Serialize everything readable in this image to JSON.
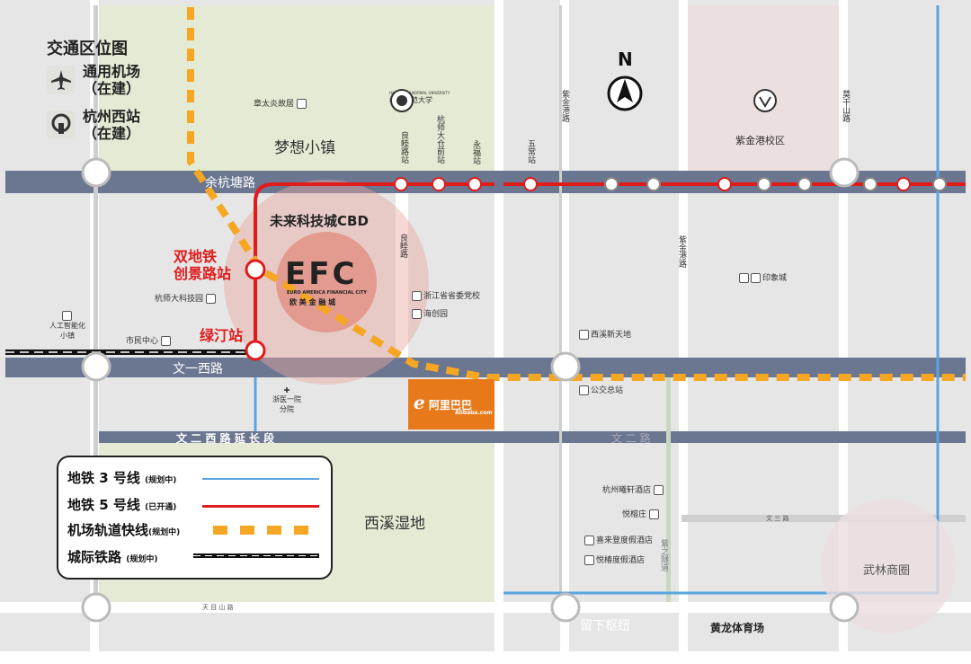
{
  "legend_title": "交通区位图",
  "top_legend": {
    "airport_line1": "通用机场",
    "airport_line2": "（在建）",
    "station_line1": "杭州西站",
    "station_line2": "（在建）"
  },
  "roads": {
    "yuhangtang": "余杭塘路",
    "wenyi_west": "文一西路",
    "wener_west_ext": "文 二 西 路 延 长 段",
    "wener": "文 二 路",
    "wensan": "文 三 路",
    "tianmushan": "天 目 山 路",
    "zijingang": "紫金港路",
    "zizhijing": "紫之隧道",
    "wuchang": "五常站",
    "jiangganshan": "莫干山路",
    "zijingang_road": "紫金港路"
  },
  "areas": {
    "dream_town": "梦想小镇",
    "cbd": "未来科技城CBD",
    "xixi": "西溪湿地",
    "zju": "紫金港校区",
    "wulin": "武林商圈",
    "liuxia": "留下枢纽",
    "huanglong": "黄龙体育场"
  },
  "efc": {
    "logo": "EFC",
    "sub": "EURO AMERICA FINANCIAL CITY",
    "cn": "欧 美 金 融 城"
  },
  "stations": {
    "chuangjing_line1": "双地铁",
    "chuangjing_line2": "创景路站",
    "lvting": "绿汀站",
    "liangmu": "良睦路站",
    "hangshida": "杭师大仓前站",
    "yongfu": "永福站",
    "wuchang": "五常站",
    "liangzhu": "良睦路"
  },
  "pois": {
    "zhangtaiyan": "章太炎故居",
    "hznu": "杭州师范大学",
    "hznu_en": "HANGZHOU NORMAL UNIVERSITY",
    "hangshi_tech": "杭师大科技园",
    "ai_town_1": "人工智能化",
    "ai_town_2": "小镇",
    "citizen": "市民中心",
    "zj_party": "浙江省省委党校",
    "haichuang": "海创园",
    "hospital_1": "浙医一院",
    "hospital_2": "分院",
    "xixi_xintiandi": "西溪新天地",
    "bus_terminal": "公交总站",
    "yinxiang": "印象城",
    "xuanxuan": "杭州曦轩酒店",
    "yueyuan": "悦榕庄",
    "xilai": "喜来登度假酒店",
    "yuebin": "悦椿度假酒店",
    "alibaba": "阿里巴巴",
    "alibaba_en": "Alibaba.com",
    "north": "N"
  },
  "legend": {
    "line3": "地铁 3 号线",
    "line3_note": "(规划中)",
    "line5": "地铁 5 号线",
    "line5_note": "(已开通)",
    "airport_rail": "机场轨道快线",
    "airport_rail_note": "(规划中)",
    "intercity": "城际铁路",
    "intercity_note": "(规划中)"
  },
  "colors": {
    "road": "#6b7690",
    "line5": "#e01b1b",
    "line3": "#5aa5e0",
    "airport": "#f5a623",
    "green_area": "#e4ead3",
    "pink_area": "#ecdfe0",
    "circle": "#e8a8a0",
    "alibaba": "#e8791b"
  }
}
